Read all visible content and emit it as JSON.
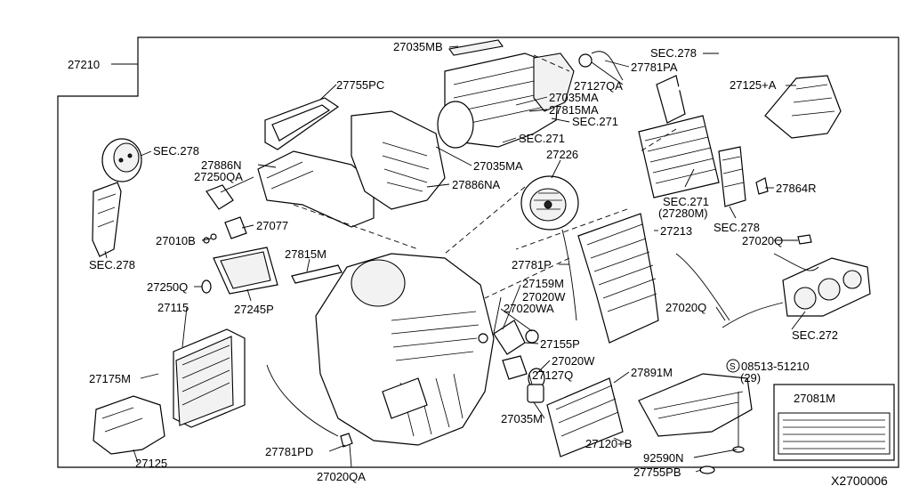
{
  "diagram": {
    "labels": {
      "frame_ref": "27210",
      "l_27035MB": "27035MB",
      "l_27127QA": "27127QA",
      "l_27781PA": "27781PA",
      "l_sec278_top": "SEC.278",
      "l_27125A": "27125+A",
      "l_27755PC": "27755PC",
      "l_27035MA_1": "27035MA",
      "l_27815MA": "27815MA",
      "l_sec271_1": "SEC.271",
      "l_sec271_2": "SEC.271",
      "l_sec278_left": "SEC.278",
      "l_27886N": "27886N",
      "l_27250QA": "27250QA",
      "l_27035MA_2": "27035MA",
      "l_27226": "27226",
      "l_27886NA": "27886NA",
      "l_sec271_3": "SEC.271",
      "l_27280M": "(27280M)",
      "l_27864R": "27864R",
      "l_27077": "27077",
      "l_sec278_right": "SEC.278",
      "l_27213": "27213",
      "l_27020Q_1": "27020Q",
      "l_27010B": "27010B",
      "l_27815M": "27815M",
      "l_sec278_left2": "SEC.278",
      "l_27781P": "27781P",
      "l_27250Q": "27250Q",
      "l_27159M": "27159M",
      "l_27245P": "27245P",
      "l_27020W_1": "27020W",
      "l_27020WA": "27020WA",
      "l_27115": "27115",
      "l_27020Q_2": "27020Q",
      "l_sec272": "SEC.272",
      "l_27155P": "27155P",
      "l_27020W_2": "27020W",
      "l_27175M": "27175M",
      "l_27127Q": "27127Q",
      "l_27891M": "27891M",
      "l_08513": "08513-51210",
      "l_29": "(29)",
      "l_27081M": "27081M",
      "l_27035M": "27035M",
      "l_27120B": "27120+B",
      "l_27781PD": "27781PD",
      "l_92590N": "92590N",
      "l_27755PB": "27755PB",
      "l_27125": "27125",
      "l_27020QA": "27020QA",
      "bolt_symbol": "S",
      "drawing_code": "X2700006"
    }
  }
}
